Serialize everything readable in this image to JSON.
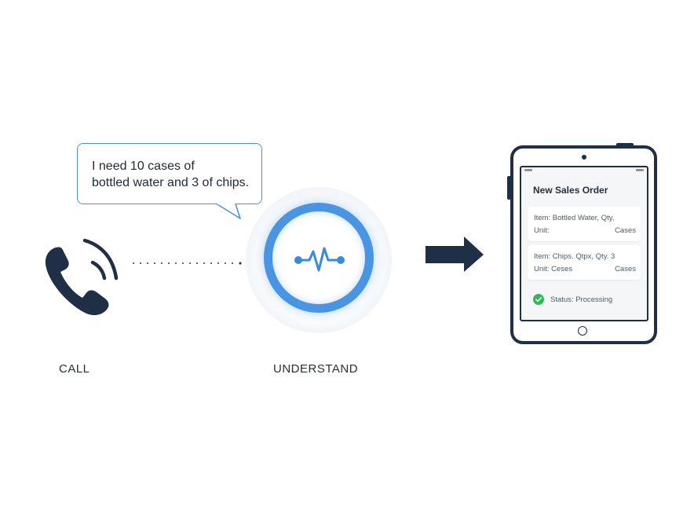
{
  "speech_bubble": {
    "line1": "I need 10 cases of",
    "line2": "bottled water and 3 of chips."
  },
  "steps": {
    "call_label": "CALL",
    "understand_label": "UNDERSTAND"
  },
  "icons": {
    "phone": "phone-icon",
    "ai_wave": "waveform-icon",
    "arrow": "arrow-right-icon",
    "status": "check-circle-icon"
  },
  "tablet": {
    "title": "New Sales Order",
    "items": [
      {
        "left_line1": "Item: Bottled Water, Qty,",
        "right_line1": "",
        "left_line2": "Unit:",
        "right_line2": "Cases"
      },
      {
        "left_line1": "Item: Chips. Qtpx, Qty. 3",
        "right_line1": "",
        "left_line2": "Unit: Ceses",
        "right_line2": "Cases"
      }
    ],
    "status": "Status: Processing"
  },
  "colors": {
    "navy": "#1f2f46",
    "accent_blue": "#4a94e4",
    "bubble_border": "#4a90d9",
    "success_green": "#34b65a"
  }
}
